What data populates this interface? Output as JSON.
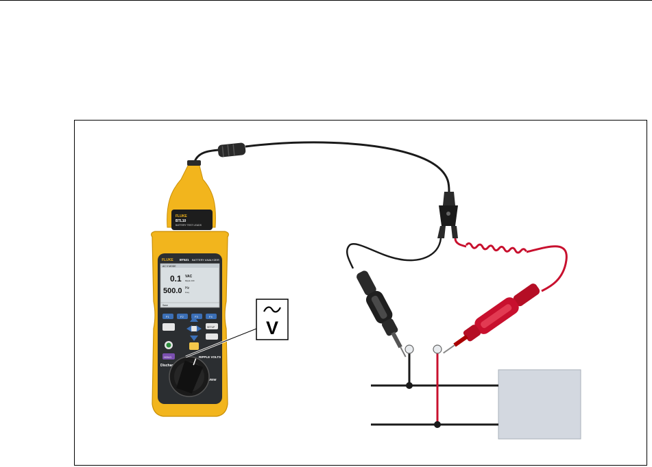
{
  "meter": {
    "brand": "FLUKE",
    "model": "BT521",
    "model_title": "BATTERY ANALYZER",
    "probe_brand": "FLUKE",
    "probe_model": "BTL10",
    "probe_title": "BATTERY TEST LEADS",
    "screen": {
      "mode": "AC V MODE",
      "reading_1_value": "0.1",
      "reading_1_unit": "VAC",
      "reading_1_sub": "Ripple 100",
      "reading_2_value": "500.0",
      "reading_2_unit": "Hz",
      "reading_2_sub": "Freq",
      "softkey_1": "Save"
    },
    "keys": {
      "f1": "F1",
      "f2": "F2",
      "f3": "F3",
      "f4": "F4",
      "hold": "HOLD",
      "setup": "SETUP"
    },
    "dial": {
      "label_left": "Discharge VOLTS",
      "label_right": "RIPPLE VOLTS",
      "label_view": "VIEW"
    }
  },
  "callout": {
    "symbol_tilde": "~",
    "symbol_v": "V",
    "icon": "ac-voltage-icon"
  },
  "colors": {
    "meter_body": "#f2b51d",
    "screen_bg": "#d9dfe2",
    "red_lead": "#c8102e",
    "black_lead": "#1a1a1a",
    "load_box": "#d3d8e0",
    "frame": "#000000"
  }
}
